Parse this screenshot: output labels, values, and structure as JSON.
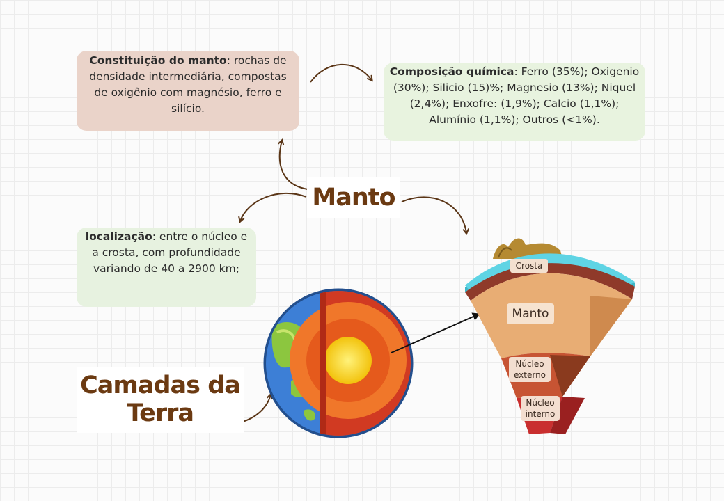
{
  "notes": {
    "constitution": {
      "label": "Constituição do manto",
      "text": "rochas de densidade intermediária, compostas de oxigênio com magnésio, ferro e silício."
    },
    "composition": {
      "label": "Composição química",
      "text": "Ferro (35%); Oxigenio (30%); Silicio (15)%; Magnesio (13%); Niquel (2,4%); Enxofre: (1,9%); Calcio (1,1%); Alumínio (1,1%); Outros (<1%)."
    },
    "location": {
      "label": "localização",
      "text": "entre o núcleo e a crosta, com profundidade variando de 40 a 2900 km;"
    }
  },
  "titles": {
    "manto": "Manto",
    "camadas_line1": "Camadas da",
    "camadas_line2": "Terra"
  },
  "wedge_labels": {
    "crosta": "Crosta",
    "manto": "Manto",
    "nucleo_externo_l1": "Núcleo",
    "nucleo_externo_l2": "externo",
    "nucleo_interno_l1": "Núcleo",
    "nucleo_interno_l2": "interno"
  },
  "colors": {
    "title_brown": "#6b3a12",
    "arrow_brown": "#5a3516",
    "note_pink": "#ead3c9",
    "note_green": "#e8f3df"
  }
}
